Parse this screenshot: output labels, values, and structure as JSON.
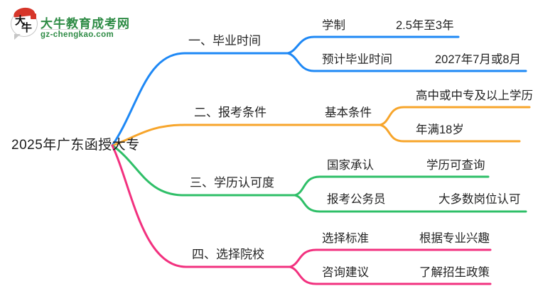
{
  "logo": {
    "icon_char1": "大",
    "icon_char2": "牛",
    "title": "大牛教育成考网",
    "subtitle": "gz-chengkao.com"
  },
  "root": {
    "label": "2025年广东函授大专"
  },
  "colors": {
    "branch1_blue": "#1E88F5",
    "branch2_orange": "#F7A52B",
    "branch3_green": "#2FBF68",
    "branch4_pink": "#F2317F",
    "logo_green": "#2E8B45",
    "logo_red": "#D6362A"
  },
  "branches": [
    {
      "label": "一、毕业时间",
      "children": [
        {
          "label": "学制",
          "value": "2.5年至3年"
        },
        {
          "label": "预计毕业时间",
          "value": "2027年7月或8月"
        }
      ]
    },
    {
      "label": "二、报考条件",
      "node": "基本条件",
      "children": [
        {
          "label": "高中或中专及以上学历",
          "value": ""
        },
        {
          "label": "年满18岁",
          "value": ""
        }
      ]
    },
    {
      "label": "三、学历认可度",
      "children": [
        {
          "label": "国家承认",
          "value": "学历可查询"
        },
        {
          "label": "报考公务员",
          "value": "大多数岗位认可"
        }
      ]
    },
    {
      "label": "四、选择院校",
      "children": [
        {
          "label": "选择标准",
          "value": "根据专业兴趣"
        },
        {
          "label": "咨询建议",
          "value": "了解招生政策"
        }
      ]
    }
  ]
}
